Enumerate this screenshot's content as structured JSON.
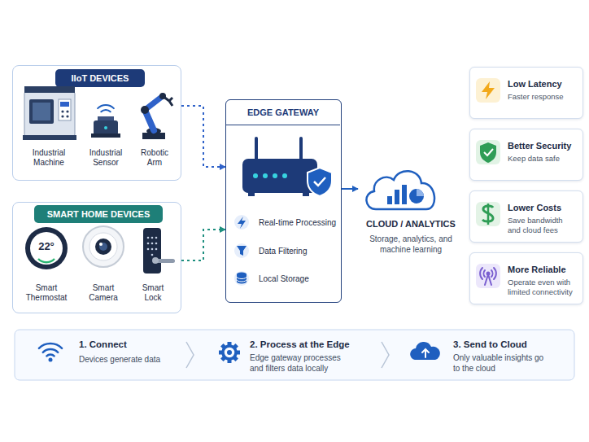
{
  "diagram": {
    "nodes": [
      {
        "text": [
          "IIoT DEVICES"
        ]
      },
      {
        "text": [
          "SMART HOME DEVICES"
        ]
      },
      {
        "text": [
          "EDGE GATEWAY",
          "Real-time Processing",
          "Data Filtering",
          "Local Storage"
        ]
      },
      {
        "text": [
          "CLOUD / ANALYTICS",
          "Storage, analytics, and machine learning"
        ]
      },
      {
        "text": [
          "Low Latency",
          "Faster response"
        ]
      },
      {
        "text": [
          "Better Security",
          "Keep data safe"
        ]
      },
      {
        "text": [
          "Lower Costs",
          "Save bandwidth and cloud fees"
        ]
      },
      {
        "text": [
          "More Reliable",
          "Operate even with limited connectivity"
        ]
      }
    ],
    "edges": [
      {
        "from": 0,
        "to": 2,
        "arrow": "to"
      },
      {
        "from": 1,
        "to": 2,
        "arrow": "to"
      },
      {
        "from": 2,
        "to": 3,
        "arrow": "to"
      }
    ],
    "labels": [
      "Industrial Machine",
      "Industrial Sensor",
      "Robotic Arm",
      "22°",
      "Smart Thermostat",
      "Smart Camera",
      "Smart Lock",
      "1. Connect",
      "Devices generate data",
      "2. Process at the Edge",
      "Edge gateway processes and filters data locally",
      "3. Send to Cloud",
      "Only valuable insights go to the cloud"
    ]
  }
}
